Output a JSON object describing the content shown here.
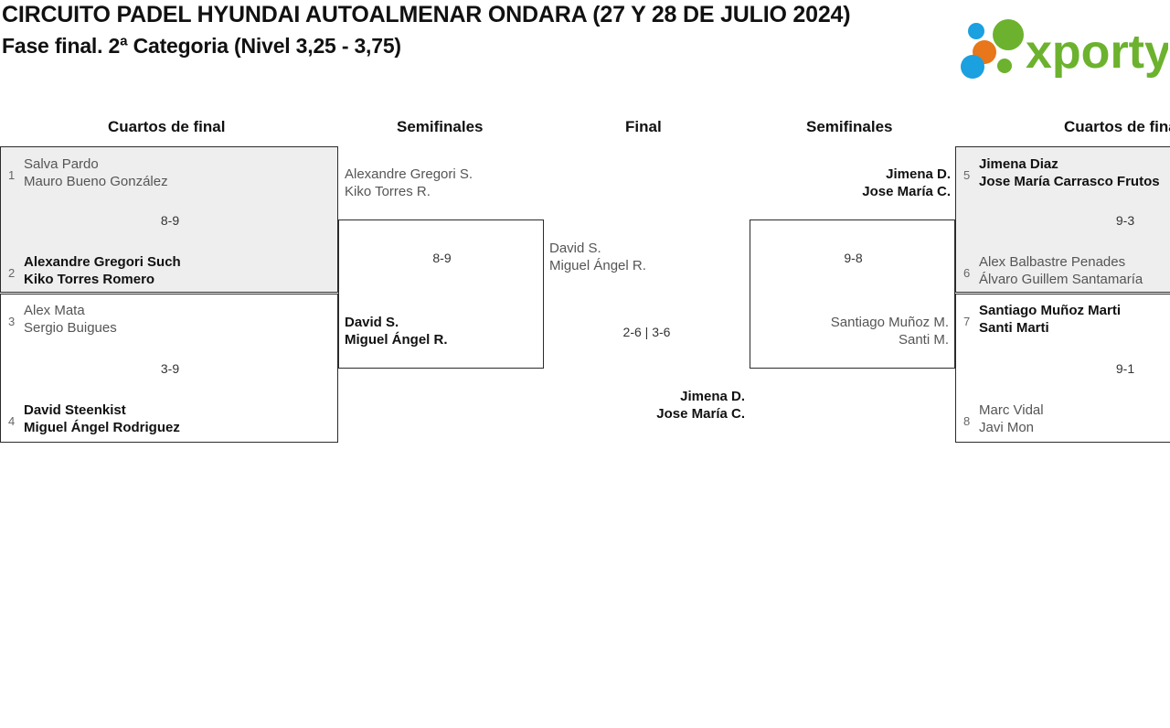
{
  "header": {
    "title_line_1": "CIRCUITO PADEL HYUNDAI AUTOALMENAR ONDARA (27 Y 28 DE JULIO 2024)",
    "title_line_2": "Fase final. 2ª Categoria (Nivel 3,25 - 3,75)",
    "logo_text": "xporty",
    "logo_colors": {
      "green": "#6cb22e",
      "blue": "#1ba0e0",
      "orange": "#e8761a"
    }
  },
  "rounds": {
    "qf_left_label": "Cuartos de final",
    "sf_left_label": "Semifinales",
    "final_label": "Final",
    "sf_right_label": "Semifinales",
    "qf_right_label": "Cuartos de final"
  },
  "bracket": {
    "qf_left": [
      {
        "score": "8-9",
        "top": {
          "seed": "1",
          "player1": "Salva Pardo",
          "player2": "Mauro Bueno González",
          "result": "loser"
        },
        "bottom": {
          "seed": "2",
          "player1": "Alexandre Gregori Such",
          "player2": "Kiko Torres Romero",
          "result": "winner"
        }
      },
      {
        "score": "3-9",
        "top": {
          "seed": "3",
          "player1": "Alex Mata",
          "player2": "Sergio Buigues",
          "result": "loser"
        },
        "bottom": {
          "seed": "4",
          "player1": "David Steenkist",
          "player2": "Miguel Ángel Rodriguez",
          "result": "winner"
        }
      }
    ],
    "sf_left": [
      {
        "score": "8-9",
        "top": {
          "player1": "Alexandre Gregori S.",
          "player2": "Kiko Torres R.",
          "result": "loser"
        },
        "bottom": {
          "player1": "David S.",
          "player2": "Miguel Ángel R.",
          "result": "winner"
        }
      }
    ],
    "final": [
      {
        "score": "2-6 | 3-6",
        "top": {
          "player1": "David S.",
          "player2": "Miguel Ángel R.",
          "result": "loser"
        },
        "bottom": {
          "player1": "Jimena D.",
          "player2": "Jose María C.",
          "result": "winner"
        }
      }
    ],
    "sf_right": [
      {
        "score": "9-8",
        "top": {
          "player1": "Jimena D.",
          "player2": "Jose María C.",
          "result": "winner"
        },
        "bottom": {
          "player1": "Santiago Muñoz M.",
          "player2": "Santi M.",
          "result": "loser"
        }
      }
    ],
    "qf_right": [
      {
        "score": "9-3",
        "top": {
          "seed": "5",
          "player1": "Jimena Diaz",
          "player2": "Jose María Carrasco Frutos",
          "result": "winner"
        },
        "bottom": {
          "seed": "6",
          "player1": "Alex Balbastre Penades",
          "player2": "Álvaro Guillem Santamaría",
          "result": "loser"
        }
      },
      {
        "score": "9-1",
        "top": {
          "seed": "7",
          "player1": "Santiago Muñoz Marti",
          "player2": "Santi Marti",
          "result": "winner"
        },
        "bottom": {
          "seed": "8",
          "player1": "Marc Vidal",
          "player2": "Javi Mon",
          "result": "loser"
        }
      }
    ]
  }
}
